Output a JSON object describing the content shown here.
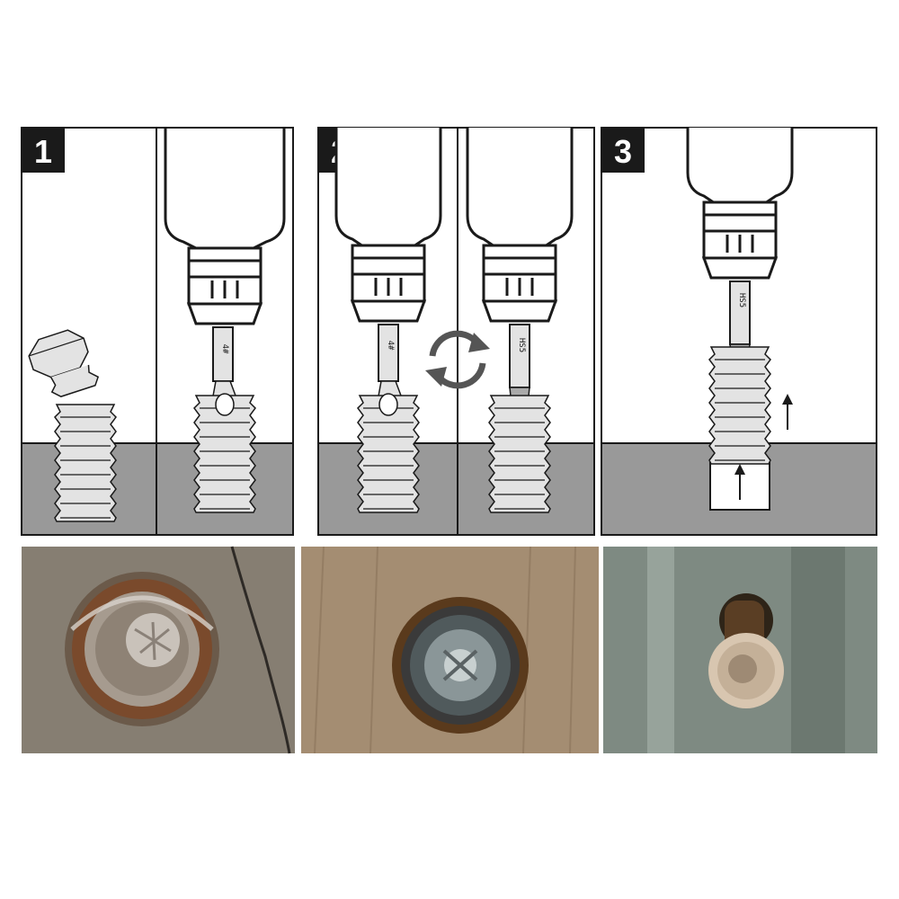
{
  "steps": [
    {
      "number": "1",
      "bit_label": "4#"
    },
    {
      "number": "2",
      "bit_label_left": "4#",
      "bit_label_right": "HS5"
    },
    {
      "number": "3",
      "bit_label": "HS5"
    }
  ],
  "icons": {
    "rotate": "rotate-arrows-icon",
    "up": "arrow-up-icon"
  },
  "colors": {
    "outline": "#1a1a1a",
    "ground": "#999999",
    "screw": "#e3e3e3",
    "background": "#ffffff"
  }
}
